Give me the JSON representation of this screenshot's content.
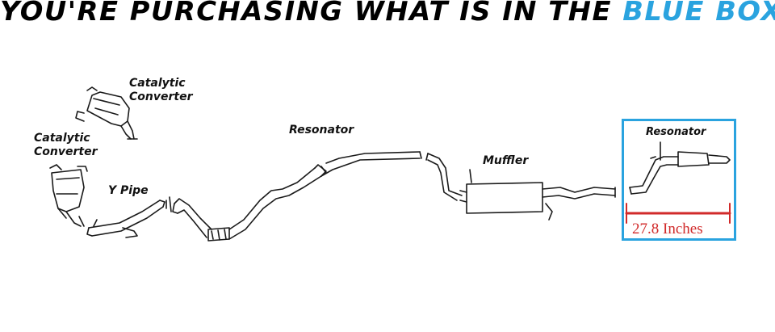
{
  "headline": {
    "prefix": "YOU'RE PURCHASING WHAT IS IN THE ",
    "highlight": "BLUE BOX",
    "highlight_color": "#2aa3df"
  },
  "labels": {
    "cat_converter_top_line1": "Catalytic",
    "cat_converter_top_line2": "Converter",
    "cat_converter_left_line1": "Catalytic",
    "cat_converter_left_line2": "Converter",
    "y_pipe": "Y Pipe",
    "resonator_main": "Resonator",
    "muffler": "Muffler",
    "resonator_boxed": "Resonator"
  },
  "measurement": {
    "text": "27.8 Inches",
    "color": "#d12a2a"
  }
}
